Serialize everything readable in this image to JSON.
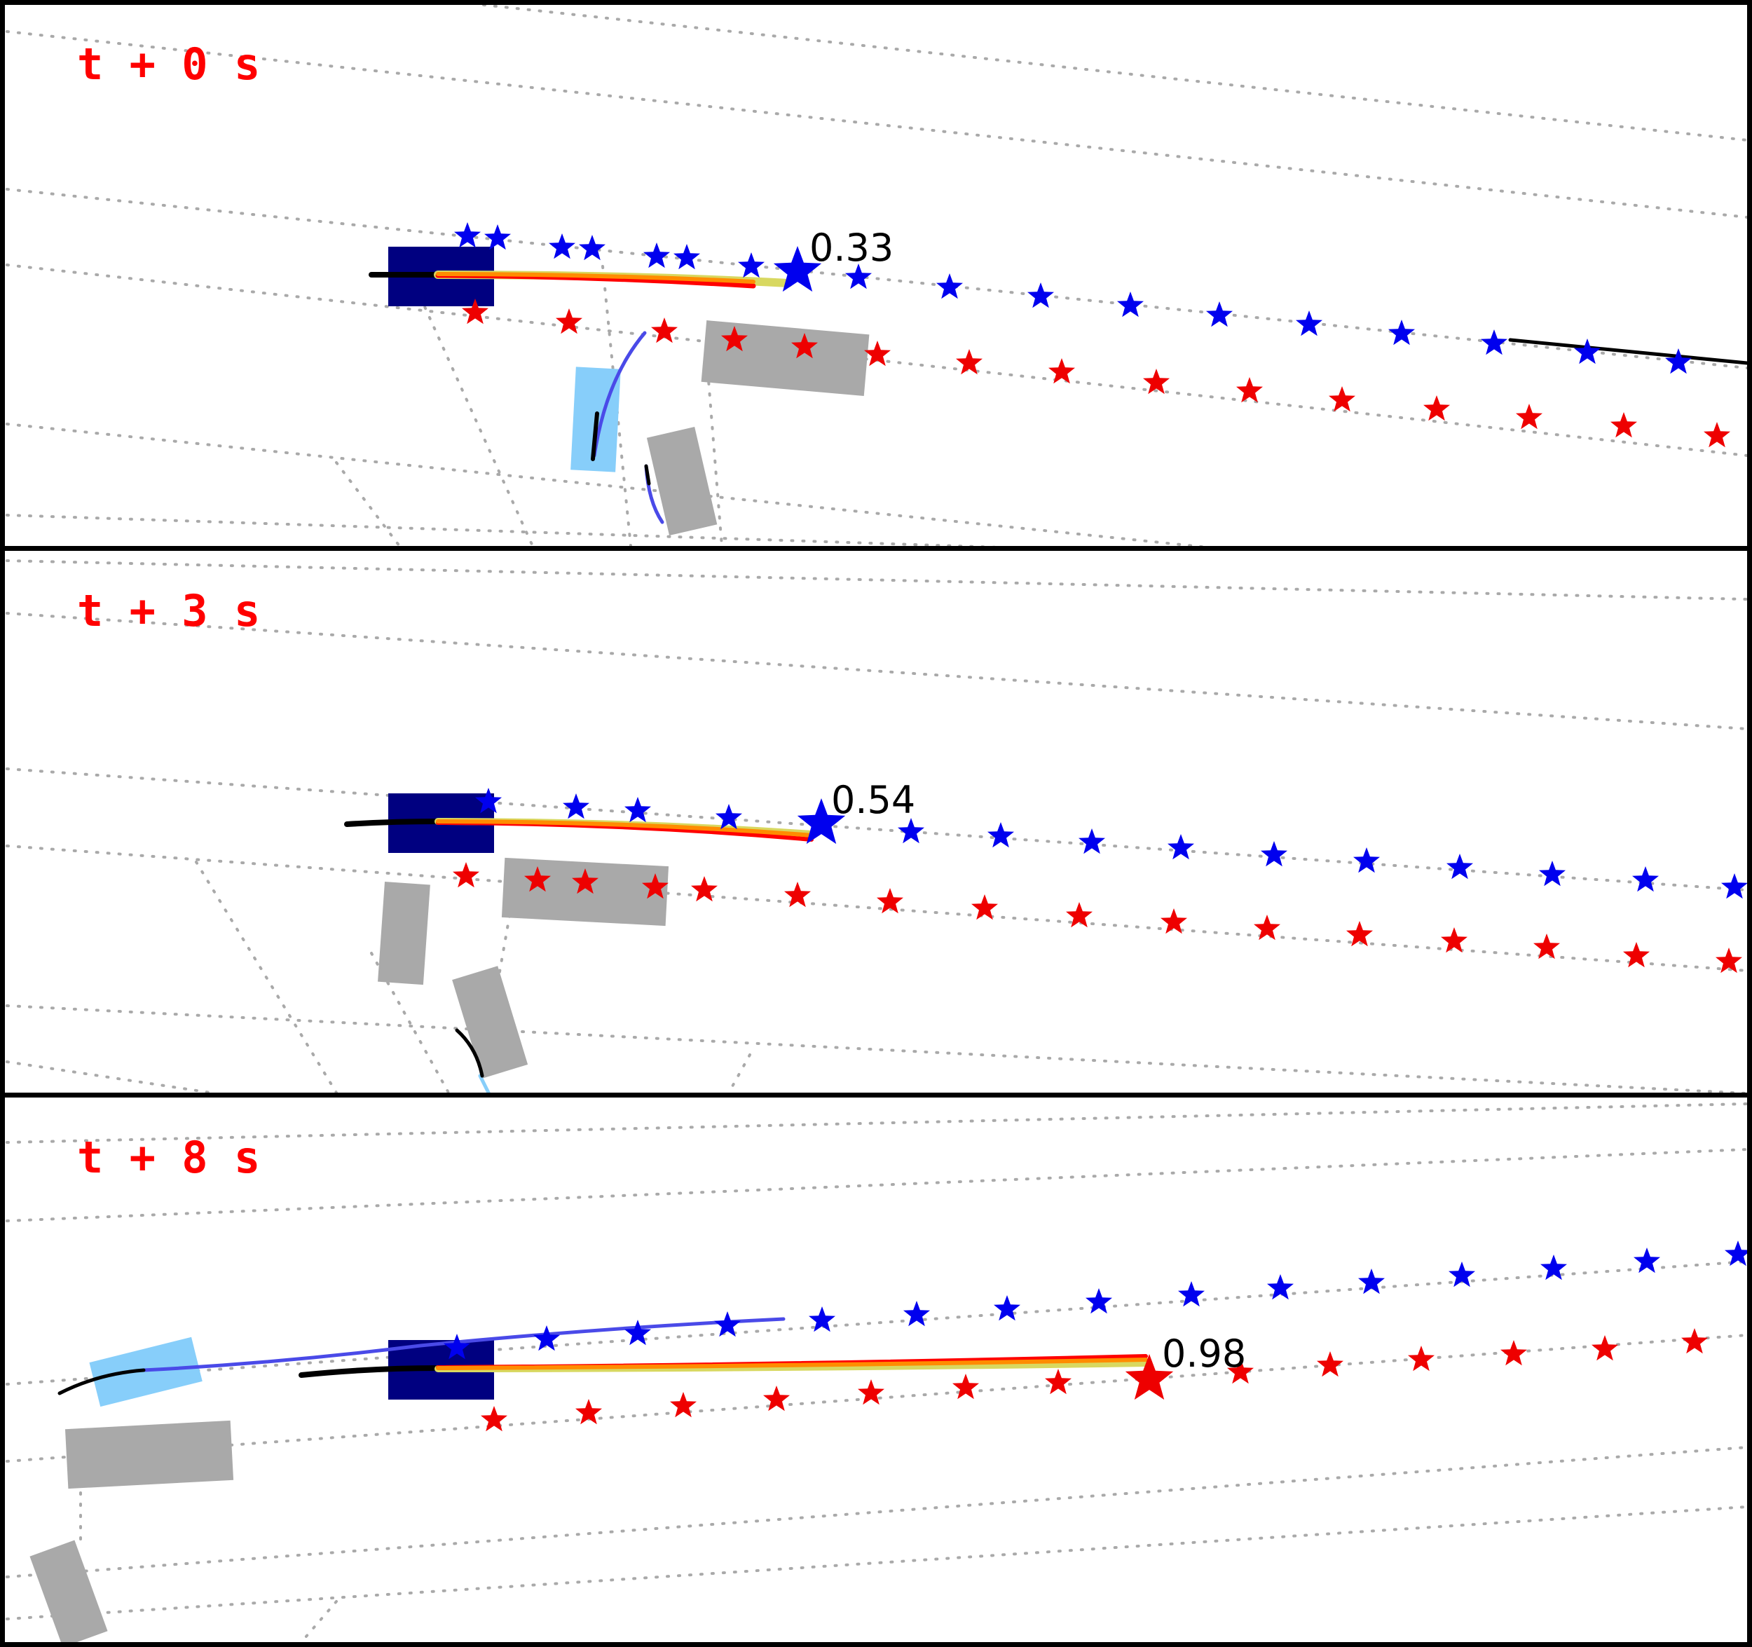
{
  "figure": {
    "panels": [
      {
        "title": "t + 0 s",
        "probability": "0.33",
        "selected_goal": "blue"
      },
      {
        "title": "t + 3 s",
        "probability": "0.54",
        "selected_goal": "blue"
      },
      {
        "title": "t + 8 s",
        "probability": "0.98",
        "selected_goal": "red"
      }
    ]
  },
  "colors": {
    "ego": "#000080",
    "agent_vehicle": "#87cefa",
    "static_vehicle": "#a9a9a9",
    "blue_goal": "#0000ee",
    "red_goal": "#ee0000",
    "history": "#000000",
    "prediction_main": "#ff0000",
    "prediction_alt": "#ff8c00",
    "prediction_third": "#d8d860",
    "agent_prediction": "#4a4ae8",
    "lane_marking": "#a9a9a9",
    "title": "#ff0000"
  }
}
